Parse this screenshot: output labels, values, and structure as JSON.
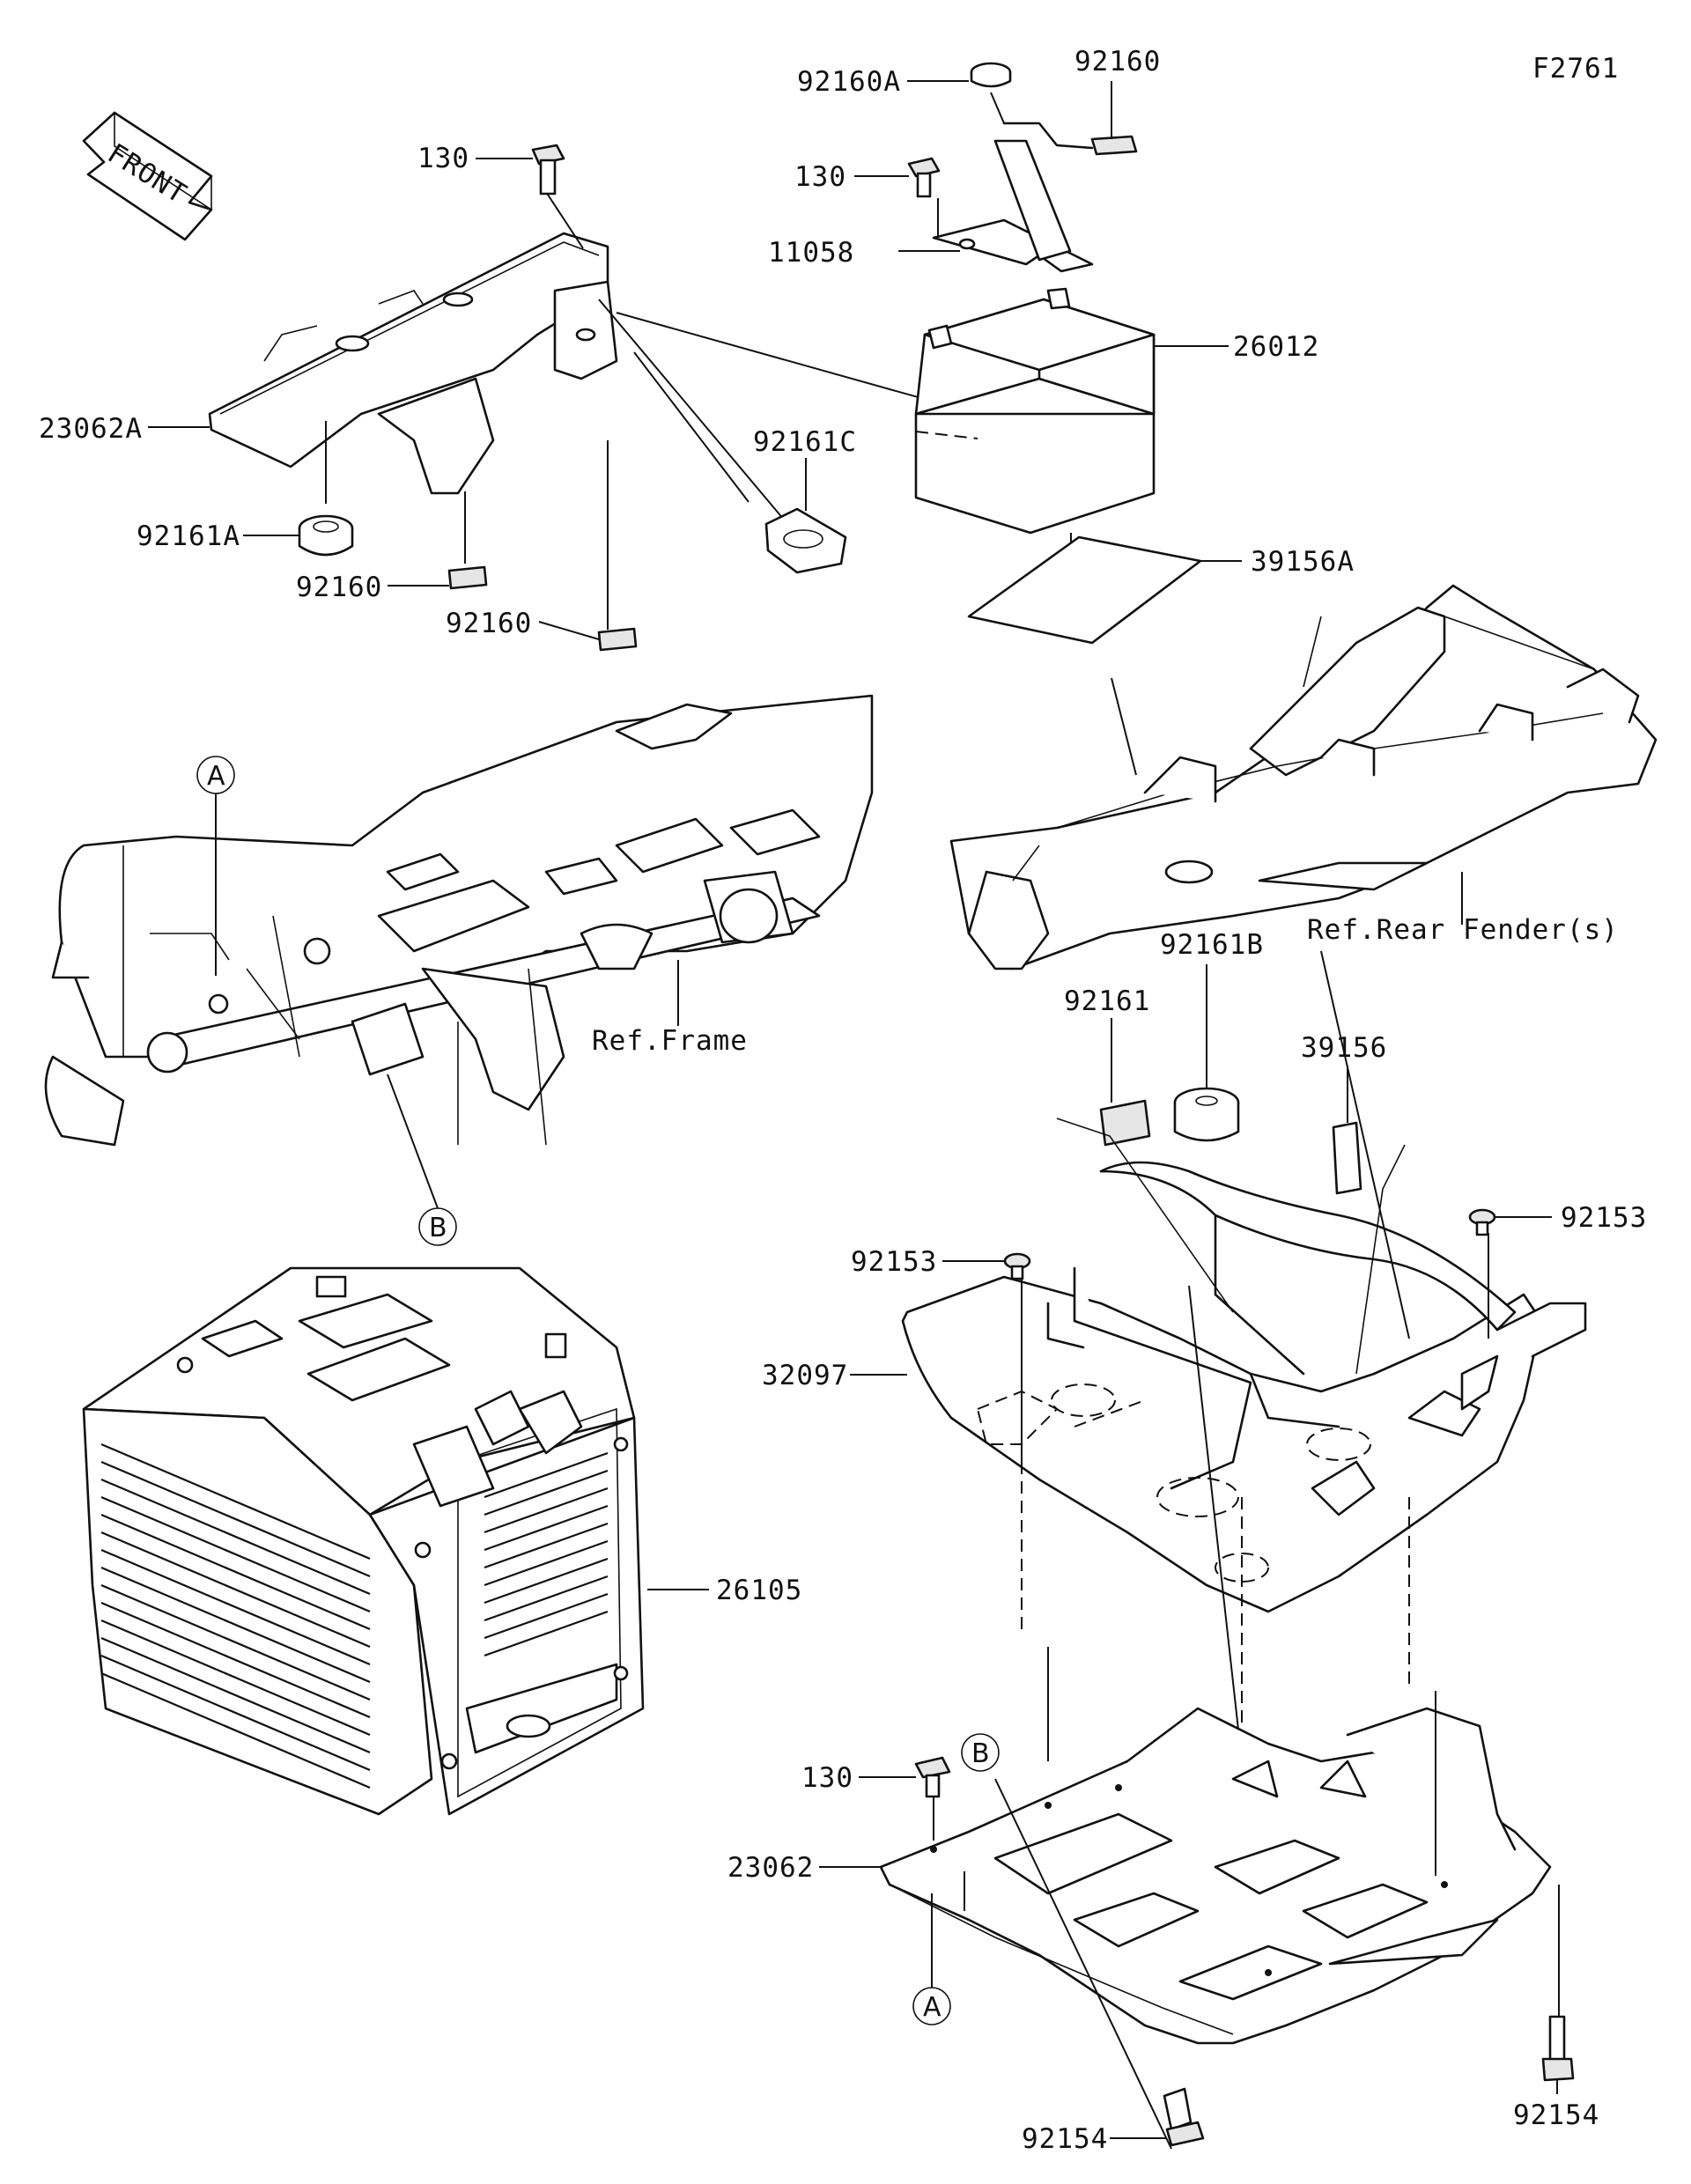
{
  "figure_code": "F2761",
  "front_arrow_label": "FRONT",
  "references": {
    "frame": "Ref.Frame",
    "rear_fender": "Ref.Rear Fender(s)"
  },
  "markers": {
    "a": "A",
    "b": "B"
  },
  "parts": {
    "p92160A": "92160A",
    "p92160_top": "92160",
    "p130_top": "130",
    "p130_left": "130",
    "p11058": "11058",
    "p26012": "26012",
    "p23062A": "23062A",
    "p92161C": "92161C",
    "p92161A": "92161A",
    "p92160_a": "92160",
    "p92160_b": "92160",
    "p39156A": "39156A",
    "p92161B": "92161B",
    "p92161": "92161",
    "p39156": "39156",
    "p92153_left": "92153",
    "p92153_right": "92153",
    "p32097": "32097",
    "p26105": "26105",
    "p130_bottom": "130",
    "p23062": "23062",
    "p92154_bottom": "92154",
    "p92154_right": "92154"
  }
}
